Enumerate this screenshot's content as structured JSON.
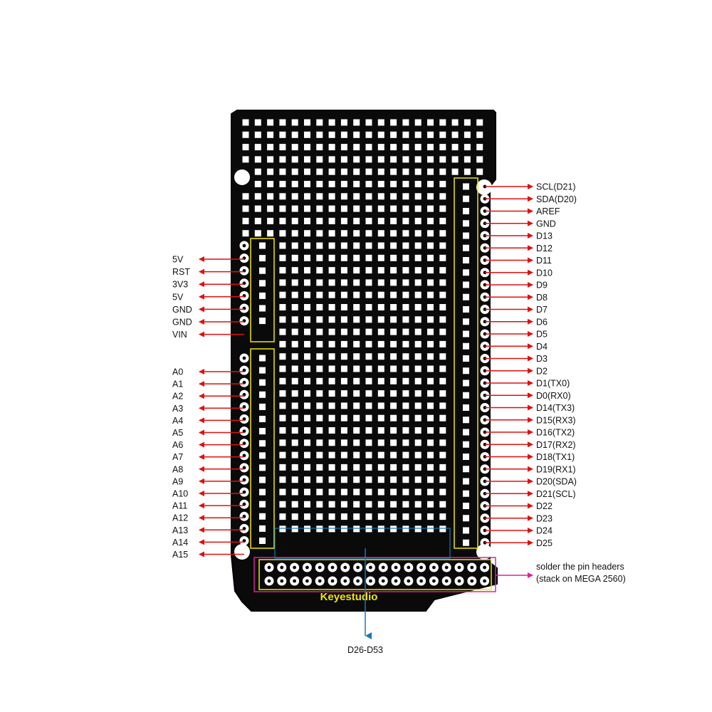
{
  "board": {
    "brand": "Keyestudio",
    "colors": {
      "board": "#0a0a0a",
      "silkscreen": "#f2e600",
      "pad": "#ffffff",
      "pin_arrow": "#e01010",
      "header_arrow": "#e020a0",
      "bottom_arrow": "#1a78b4"
    }
  },
  "left_pins": {
    "power": [
      "5V",
      "RST",
      "3V3",
      "5V",
      "GND",
      "GND",
      "VIN"
    ],
    "analog": [
      "A0",
      "A1",
      "A2",
      "A3",
      "A4",
      "A5",
      "A6",
      "A7",
      "A8",
      "A9",
      "A10",
      "A11",
      "A12",
      "A13",
      "A14",
      "A15"
    ]
  },
  "right_pins": [
    "SCL(D21)",
    "SDA(D20)",
    "AREF",
    "GND",
    "D13",
    "D12",
    "D11",
    "D10",
    "D9",
    "D8",
    "D7",
    "D6",
    "D5",
    "D4",
    "D3",
    "D2",
    "D1(TX0)",
    "D0(RX0)",
    "D14(TX3)",
    "D15(RX3)",
    "D16(TX2)",
    "D17(RX2)",
    "D18(TX1)",
    "D19(RX1)",
    "D20(SDA)",
    "D21(SCL)",
    "D22",
    "D23",
    "D24",
    "D25"
  ],
  "annotations": {
    "header_note_line1": "solder the pin headers",
    "header_note_line2": "(stack on MEGA 2560)",
    "bottom_label": "D26-D53"
  }
}
